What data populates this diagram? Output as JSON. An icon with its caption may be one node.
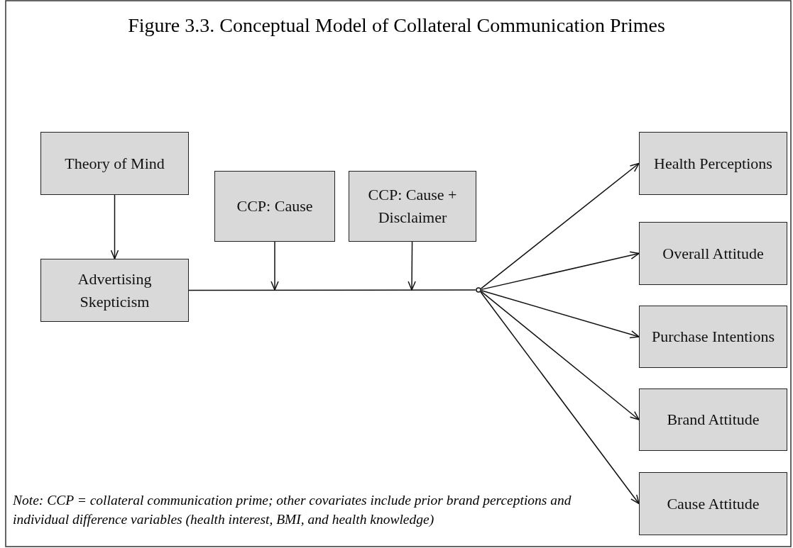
{
  "diagram": {
    "title": "Figure 3.3. Conceptual Model of Collateral Communication Primes",
    "nodes": [
      {
        "text": [
          "Theory of Mind"
        ]
      },
      {
        "text": [
          "Advertising Skepticism"
        ]
      },
      {
        "text": [
          "CCP: Cause"
        ]
      },
      {
        "text": [
          "CCP: Cause + Disclaimer"
        ]
      },
      {
        "text": [],
        "shape": "circle"
      },
      {
        "text": [
          "Health Perceptions"
        ]
      },
      {
        "text": [
          "Overall Attitude"
        ]
      },
      {
        "text": [
          "Purchase Intentions"
        ]
      },
      {
        "text": [
          "Brand Attitude"
        ]
      },
      {
        "text": [
          "Cause Attitude"
        ]
      }
    ],
    "edges": [
      {
        "from": 0,
        "to": 1,
        "arrow": "to"
      },
      {
        "from": 1,
        "to": 4,
        "arrow": "none"
      },
      {
        "from": 2,
        "to": null,
        "arrow": "to"
      },
      {
        "from": 3,
        "to": null,
        "arrow": "to"
      },
      {
        "from": 4,
        "to": 5,
        "arrow": "to"
      },
      {
        "from": 4,
        "to": 6,
        "arrow": "to"
      },
      {
        "from": 4,
        "to": 7,
        "arrow": "to"
      },
      {
        "from": 4,
        "to": 8,
        "arrow": "to"
      },
      {
        "from": 4,
        "to": 9,
        "arrow": "to"
      }
    ],
    "labels": [
      "Note: CCP = collateral communication prime; other covariates include prior brand perceptions and individual difference variables (health interest, BMI, and health knowledge)"
    ]
  }
}
